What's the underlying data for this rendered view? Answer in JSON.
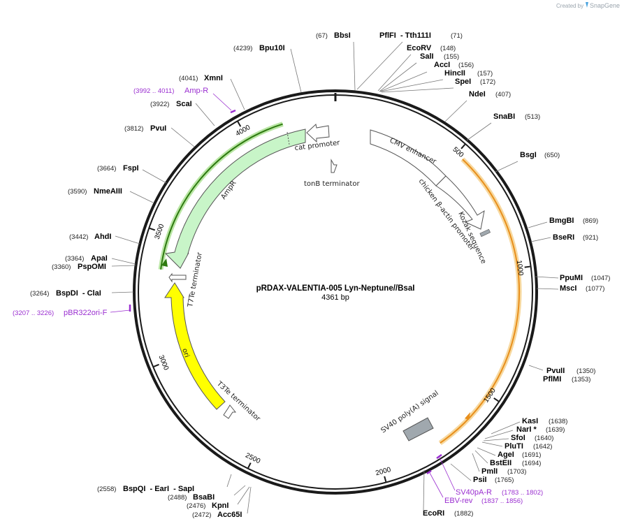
{
  "credit": {
    "prefix": "Created by",
    "brand": "SnapGene"
  },
  "map": {
    "title": "pRDAX-VALENTIA-005   Lyn-Neptune//BsaI",
    "length_label": "4361 bp",
    "total_bp": 4361
  },
  "ticks": [
    {
      "bp": 500,
      "label": "500"
    },
    {
      "bp": 1000,
      "label": "1000"
    },
    {
      "bp": 1500,
      "label": "1500"
    },
    {
      "bp": 2000,
      "label": "2000"
    },
    {
      "bp": 2500,
      "label": "2500"
    },
    {
      "bp": 3000,
      "label": "3000"
    },
    {
      "bp": 3500,
      "label": "3500"
    },
    {
      "bp": 4000,
      "label": "4000"
    }
  ],
  "sites": [
    {
      "name": "BbsI",
      "pos": "(67)",
      "side": "left"
    },
    {
      "name": "PflFI  - Tth111I",
      "pos": "(71)",
      "side": "right"
    },
    {
      "name": "EcoRV",
      "pos": "(148)",
      "side": "right"
    },
    {
      "name": "SalI",
      "pos": "(155)",
      "side": "right"
    },
    {
      "name": "AccI",
      "pos": "(156)",
      "side": "right"
    },
    {
      "name": "HincII",
      "pos": "(157)",
      "side": "right"
    },
    {
      "name": "SpeI",
      "pos": "(172)",
      "side": "right"
    },
    {
      "name": "NdeI",
      "pos": "(407)",
      "side": "right"
    },
    {
      "name": "SnaBI",
      "pos": "(513)",
      "side": "right"
    },
    {
      "name": "BsgI",
      "pos": "(650)",
      "side": "right"
    },
    {
      "name": "BmgBI",
      "pos": "(869)",
      "side": "right"
    },
    {
      "name": "BseRI",
      "pos": "(921)",
      "side": "right"
    },
    {
      "name": "PpuMI",
      "pos": "(1047)",
      "side": "right"
    },
    {
      "name": "MscI",
      "pos": "(1077)",
      "side": "right"
    },
    {
      "name": "PvuII",
      "pos": "(1350)",
      "side": "right"
    },
    {
      "name": "PflMI",
      "pos": "(1353)",
      "side": "right"
    },
    {
      "name": "KasI",
      "pos": "(1638)",
      "side": "right"
    },
    {
      "name": "NarI *",
      "pos": "(1639)",
      "side": "right"
    },
    {
      "name": "SfoI",
      "pos": "(1640)",
      "side": "right"
    },
    {
      "name": "PluTI",
      "pos": "(1642)",
      "side": "right"
    },
    {
      "name": "AgeI",
      "pos": "(1691)",
      "side": "right"
    },
    {
      "name": "BstEII",
      "pos": "(1694)",
      "side": "right"
    },
    {
      "name": "PmlI",
      "pos": "(1703)",
      "side": "right"
    },
    {
      "name": "PsiI",
      "pos": "(1765)",
      "side": "right"
    },
    {
      "name": "EcoRI",
      "pos": "(1882)",
      "side": "right"
    },
    {
      "name": "Acc65I",
      "pos": "(2472)",
      "side": "left"
    },
    {
      "name": "KpnI",
      "pos": "(2476)",
      "side": "left"
    },
    {
      "name": "BsaBI",
      "pos": "(2488)",
      "side": "left"
    },
    {
      "name": "BspQI  - EarI  - SapI",
      "pos": "(2558)",
      "side": "left"
    },
    {
      "name": "BspDI  - ClaI",
      "pos": "(3264)",
      "side": "left"
    },
    {
      "name": "PspOMI",
      "pos": "(3360)",
      "side": "left"
    },
    {
      "name": "ApaI",
      "pos": "(3364)",
      "side": "left"
    },
    {
      "name": "AhdI",
      "pos": "(3442)",
      "side": "left"
    },
    {
      "name": "NmeAIII",
      "pos": "(3590)",
      "side": "left"
    },
    {
      "name": "FspI",
      "pos": "(3664)",
      "side": "left"
    },
    {
      "name": "PvuI",
      "pos": "(3812)",
      "side": "left"
    },
    {
      "name": "ScaI",
      "pos": "(3922)",
      "side": "left"
    },
    {
      "name": "XmnI",
      "pos": "(4041)",
      "side": "left"
    },
    {
      "name": "Bpu10I",
      "pos": "(4239)",
      "side": "left"
    }
  ],
  "primers": [
    {
      "name": "Amp-R",
      "range": "(3992 .. 4011)"
    },
    {
      "name": "pBR322ori-F",
      "range": "(3207 .. 3226)"
    },
    {
      "name": "SV40pA-R",
      "range": "(1783 .. 1802)"
    },
    {
      "name": "EBV-rev",
      "range": "(1837 .. 1856)"
    }
  ],
  "features": [
    {
      "name": "CMV enhancer"
    },
    {
      "name": "chicken β-actin promoter"
    },
    {
      "name": "Kozak sequence"
    },
    {
      "name": "SV40 poly(A) signal"
    },
    {
      "name": "T3Te terminator"
    },
    {
      "name": "ori"
    },
    {
      "name": "T7Te terminator"
    },
    {
      "name": "AmpR"
    },
    {
      "name": "cat promoter"
    },
    {
      "name": "tonB terminator"
    }
  ],
  "colors": {
    "backbone": "#1a1a1a",
    "amp_region": "#3a9e1a",
    "neptune_region": "#f0a030",
    "ori": "#ffff00",
    "ampr_arrow": "#c8f5c8",
    "primer": "#9a2ed0",
    "polyA": "#a0a8ae"
  }
}
